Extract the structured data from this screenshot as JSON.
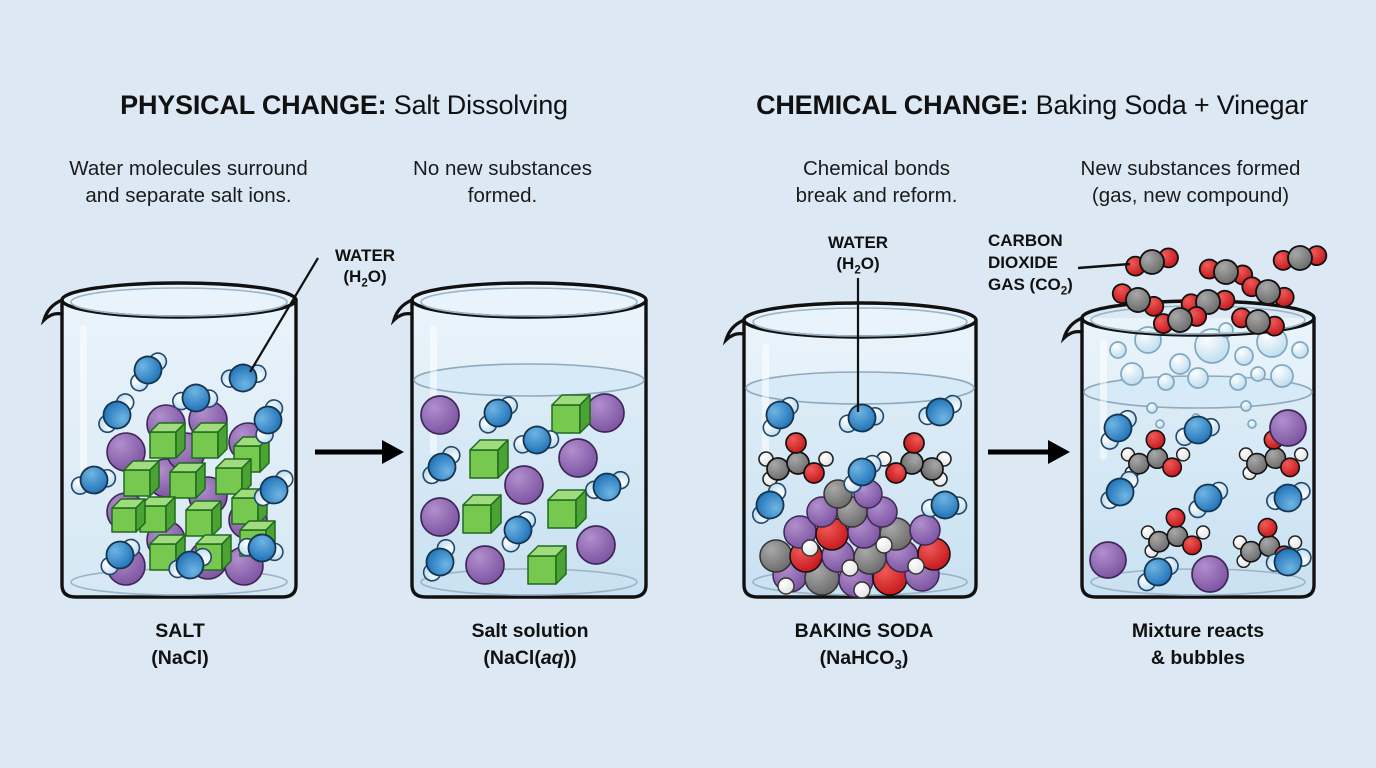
{
  "background_color": "#dce9f5",
  "panels": [
    {
      "id": "physical",
      "title_strong": "PHYSICAL CHANGE:",
      "title_light": " Salt Dissolving",
      "caption_left_line1": "Water molecules surround",
      "caption_left_line2": "and separate salt ions.",
      "caption_right_line1": "No new substances",
      "caption_right_line2": "formed.",
      "callout": {
        "line1": "WATER",
        "line2_pre": "(H",
        "line2_sub": "2",
        "line2_post": "O)"
      },
      "beaker_a_label_line1": "SALT",
      "beaker_a_label_line2": "(NaCl)",
      "beaker_b_label_line1": "Salt solution",
      "beaker_b_label_line2_pre": "(NaCl(",
      "beaker_b_label_line2_it": "aq",
      "beaker_b_label_line2_post": "))"
    },
    {
      "id": "chemical",
      "title_strong": "CHEMICAL CHANGE:",
      "title_light": " Baking Soda + Vinegar",
      "caption_left_line1": "Chemical bonds",
      "caption_left_line2": "break and reform.",
      "caption_right_line1": "New substances formed",
      "caption_right_line2": "(gas, new compound)",
      "callout_water": {
        "line1": "WATER",
        "line2_pre": "(H",
        "line2_sub": "2",
        "line2_post": "O)"
      },
      "callout_co2": {
        "line1": "CARBON",
        "line2": "DIOXIDE",
        "line3_pre": "GAS (CO",
        "line3_sub": "2",
        "line3_post": ")"
      },
      "beaker_a_label_line1": "BAKING SODA",
      "beaker_a_label_line2_pre": "(NaHCO",
      "beaker_a_label_line2_sub": "3",
      "beaker_a_label_line2_post": ")",
      "beaker_b_label_line1": "Mixture reacts",
      "beaker_b_label_line2": "& bubbles"
    }
  ],
  "legend_colors": {
    "water_oxygen": "#2b7fc4",
    "water_hydrogen": "#cfe5f2",
    "sodium_ion": "#8f64b0",
    "chloride_cube": "#6cbe45",
    "carbon": "#7d7d7d",
    "oxygen": "#d6222a",
    "hydrogen": "#ffffff",
    "bubble": "#cfe6f2",
    "glass_outline": "#111111",
    "arrow": "#000000"
  }
}
